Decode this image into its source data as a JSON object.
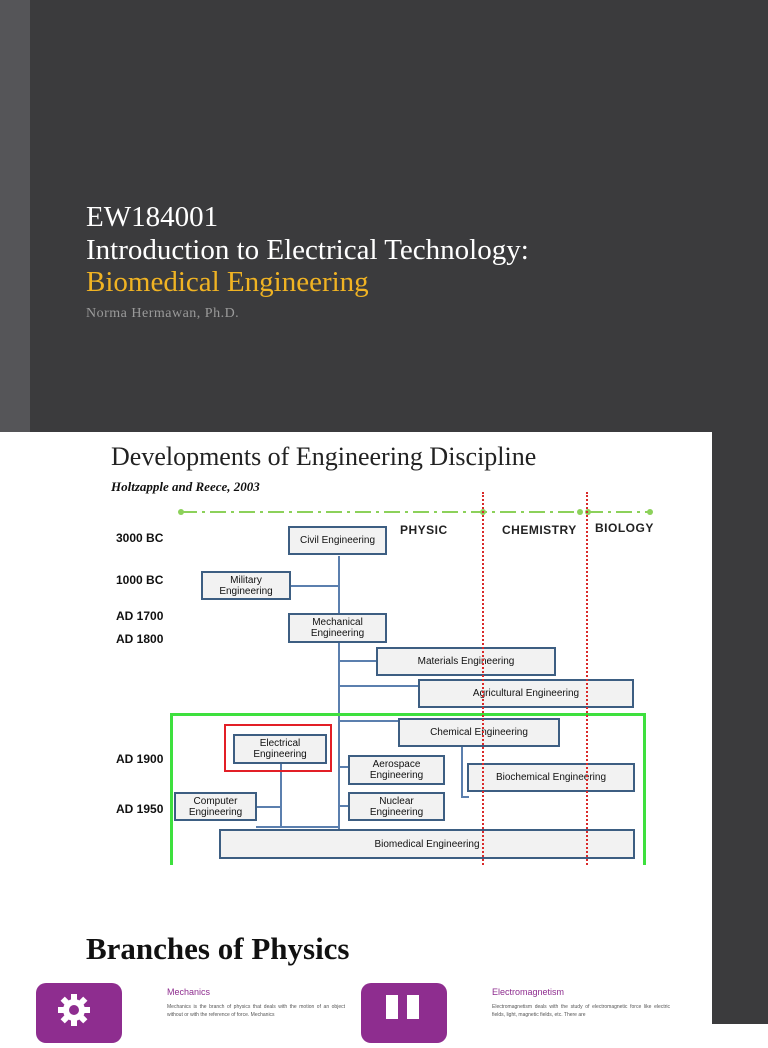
{
  "slide1": {
    "course_code": "EW184001",
    "course_title": "Introduction to Electrical Technology:",
    "subtitle": "Biomedical Engineering",
    "author": "Norma Hermawan, Ph.D."
  },
  "slide2": {
    "title": "Developments of Engineering Discipline",
    "source": "Holtzapple and Reece, 2003",
    "eras": [
      "3000 BC",
      "1000 BC",
      "AD 1700",
      "AD 1800",
      "AD 1900",
      "AD 1950"
    ],
    "domains": {
      "physic": "PHYSIC",
      "chemistry": "CHEMISTRY",
      "biology": "BIOLOGY"
    },
    "boxes": {
      "civil": "Civil Engineering",
      "military": "Military Engineering",
      "mechanical": "Mechanical Engineering",
      "materials": "Materials Engineering",
      "agricultural": "Agricultural Engineering",
      "chemical": "Chemical Engineering",
      "electrical": "Electrical Engineering",
      "aerospace": "Aerospace Engineering",
      "biochemical": "Biochemical Engineering",
      "computer": "Computer Engineering",
      "nuclear": "Nuclear Engineering",
      "biomedical": "Biomedical Engineering"
    },
    "colors": {
      "box_border": "#3d5e82",
      "highlight_red": "#e21f26",
      "highlight_green": "#3ee03e",
      "timeline_green": "#8cd15a"
    }
  },
  "slide3": {
    "title": "Branches of Physics",
    "topics": [
      {
        "name": "Mechanics",
        "icon": "gear-icon",
        "text": "Mechanics is the branch of physics that deals with the motion of an object without or with the reference of force. Mechanics"
      },
      {
        "name": "Electromagnetism",
        "icon": "magnet-icon",
        "text": "Electromagnetism deals with the study of electromagnetic force like electric fields, light, magnetic fields, etc. There are"
      }
    ],
    "accent_color": "#8e2d8f"
  }
}
